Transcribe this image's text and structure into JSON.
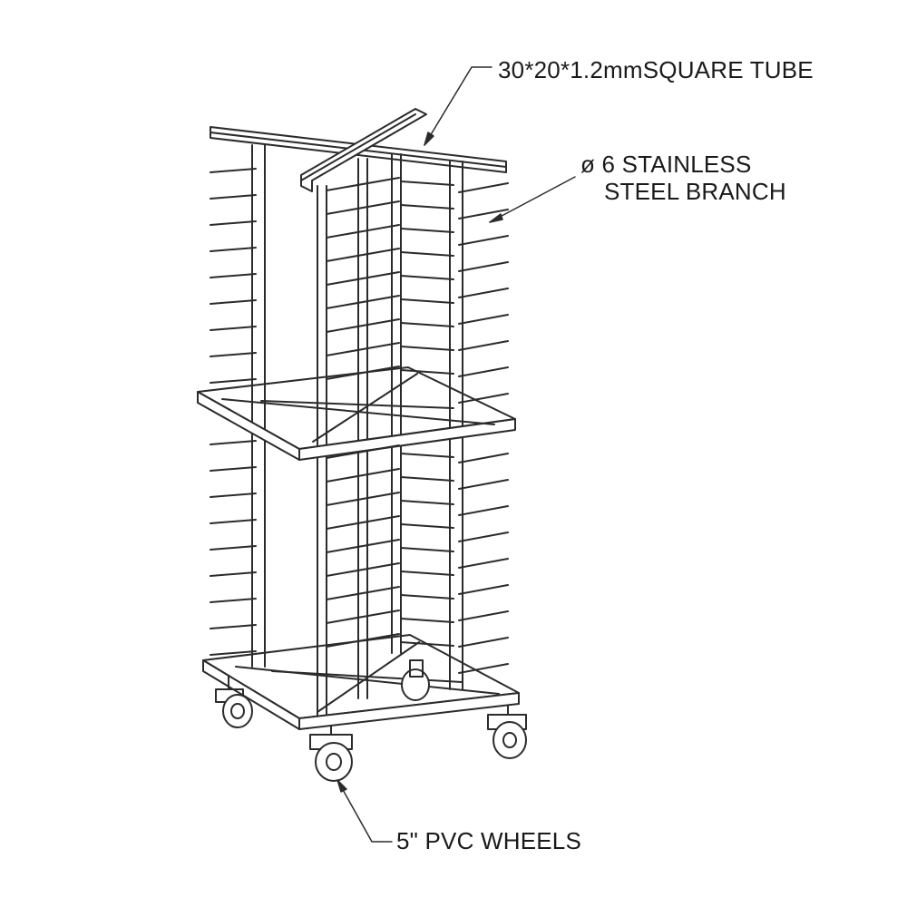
{
  "diagram": {
    "subject": "trolley-rack-line-drawing",
    "line_color": "#2b2b2b",
    "background": "#ffffff"
  },
  "callouts": {
    "square_tube": "30*20*1.2mmSQUARE TUBE",
    "branch_line1": "ø 6 STAINLESS",
    "branch_line2": "STEEL BRANCH",
    "wheels": "5\" PVC WHEELS"
  }
}
